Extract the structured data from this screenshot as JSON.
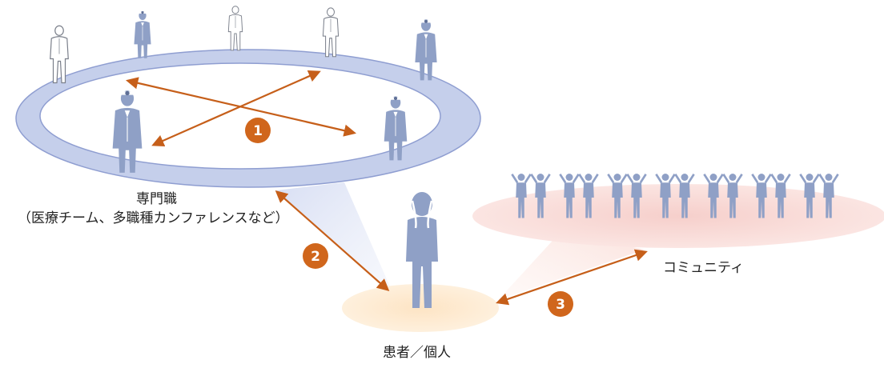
{
  "labels": {
    "professionals": "専門職",
    "professionals_sub": "（医療チーム、多職種カンファレンスなど）",
    "community": "コミュニティ",
    "patient": "患者／個人"
  },
  "markers": [
    "1",
    "2",
    "3"
  ],
  "icons": {
    "outline_person": "standing-person-outline-icon",
    "doctor": "doctor-figure-icon",
    "community_member": "cheering-person-icon",
    "patient": "distressed-patient-icon"
  },
  "colors": {
    "figure_fill": "#8fa0c6",
    "ring_fill": "#c5cfeb",
    "ring_stroke": "#8f9ed1",
    "arrow": "#c65f1a",
    "marker_fill": "#d0661c",
    "patient_disc": "#fde4c4",
    "community_disc": "#f8d5d2",
    "beam_pro": "#d6ddf3",
    "beam_comm": "#fbe1dc"
  }
}
